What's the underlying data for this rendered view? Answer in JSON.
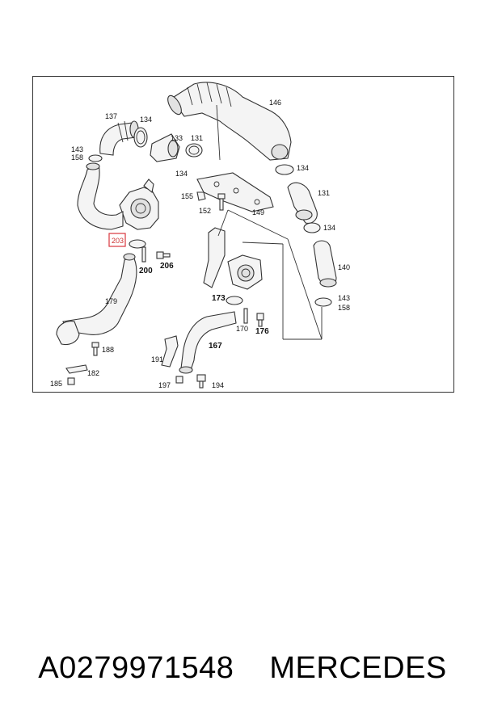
{
  "callouts": {
    "c137": "137",
    "c134a": "134",
    "c143a": "143",
    "c158a": "158",
    "c133": "133",
    "c131a": "131",
    "c134b": "134",
    "c146": "146",
    "c134c": "134",
    "c155": "155",
    "c131b": "131",
    "c152": "152",
    "c149": "149",
    "c134d": "134",
    "c203": "203",
    "c200": "200",
    "c206": "206",
    "c140": "140",
    "c179": "179",
    "c173": "173",
    "c143b": "143",
    "c158b": "158",
    "c170": "170",
    "c176": "176",
    "c188": "188",
    "c167": "167",
    "c191": "191",
    "c182": "182",
    "c185": "185",
    "c197": "197",
    "c194": "194"
  },
  "caption": {
    "part_number": "A0279971548",
    "brand": "MERCEDES"
  },
  "colors": {
    "highlight": "#d9363e"
  }
}
